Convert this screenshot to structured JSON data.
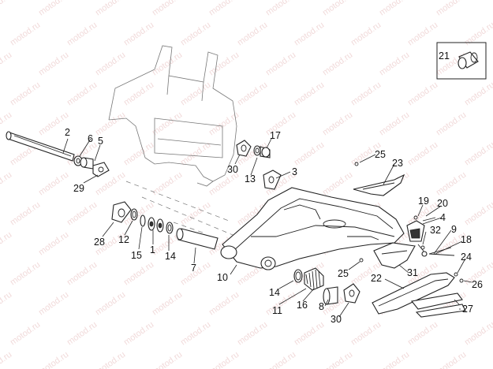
{
  "watermark": {
    "text": "motod.ru"
  },
  "parts": {
    "p1": "1",
    "p2": "2",
    "p3": "3",
    "p4": "4",
    "p5": "5",
    "p6": "6",
    "p7": "7",
    "p8": "8",
    "p9": "9",
    "p10": "10",
    "p11": "11",
    "p12": "12",
    "p13": "13",
    "p14a": "14",
    "p14b": "14",
    "p15": "15",
    "p16": "16",
    "p17": "17",
    "p18": "18",
    "p19": "19",
    "p20": "20",
    "p21": "21",
    "p22": "22",
    "p23": "23",
    "p24": "24",
    "p25a": "25",
    "p25b": "25",
    "p26": "26",
    "p27": "27",
    "p28": "28",
    "p29": "29",
    "p30a": "30",
    "p30b": "30",
    "p31": "31",
    "p32": "32"
  }
}
